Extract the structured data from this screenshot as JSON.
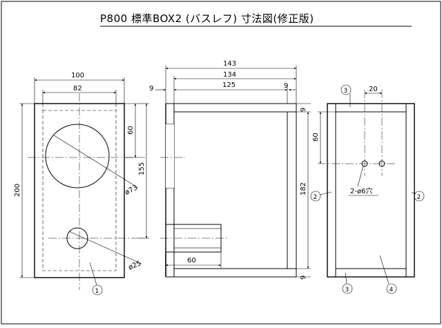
{
  "title": "P800 標準BOX2 (バスレフ) 寸法図(修正版)",
  "dims": {
    "front_width_outer": "100",
    "front_width_inner": "82",
    "front_height": "200",
    "driver_offset": "60",
    "port_offset": "155",
    "driver_dia": "ø73",
    "port_dia": "ø25",
    "side_outer": "143",
    "side_mid": "134",
    "side_inner": "125",
    "side_left_panel": "9",
    "side_right_panel": "9",
    "side_top_panel": "9",
    "side_bottom_panel": "9",
    "side_height": "182",
    "port_length": "60",
    "back_hole_spacing": "20",
    "back_hole_offset": "60",
    "back_hole_note": "2-ø6穴"
  },
  "parts": {
    "p1": "1",
    "p2": "2",
    "p3": "3",
    "p4": "4"
  },
  "colors": {
    "stroke": "#000000",
    "hatch": "#000000",
    "background": "#ffffff"
  }
}
